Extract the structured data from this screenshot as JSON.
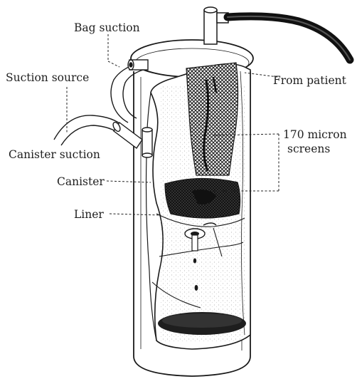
{
  "labels": {
    "bag_suction": "Bag suction",
    "suction_source": "Suction source",
    "from_patient": "From patient",
    "screens_line1": "170 micron",
    "screens_line2": "screens",
    "canister_suction": "Canister suction",
    "canister": "Canister",
    "liner": "Liner"
  },
  "colors": {
    "ink": "#1f1f1f",
    "paper": "#ffffff"
  }
}
